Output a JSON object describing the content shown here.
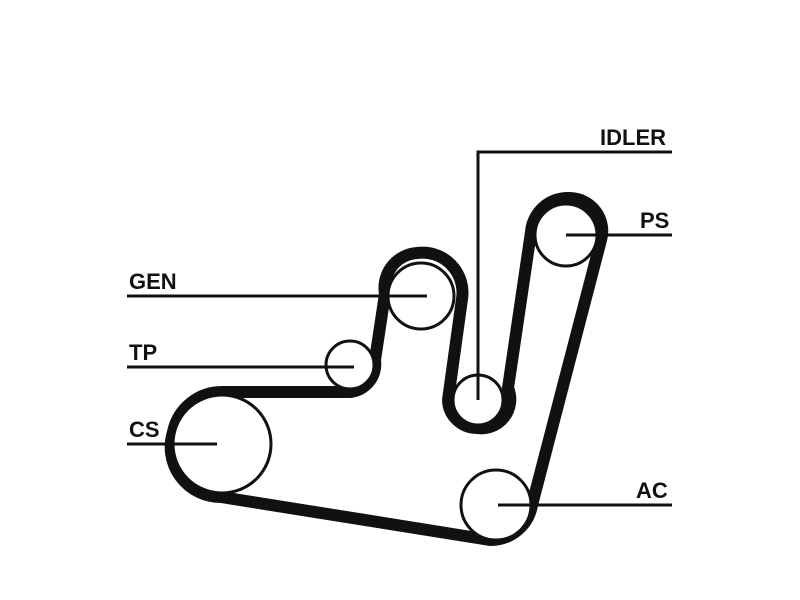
{
  "diagram": {
    "labels": {
      "idler": "IDLER",
      "ps": "PS",
      "gen": "GEN",
      "tp": "TP",
      "cs": "CS",
      "ac": "AC"
    }
  }
}
